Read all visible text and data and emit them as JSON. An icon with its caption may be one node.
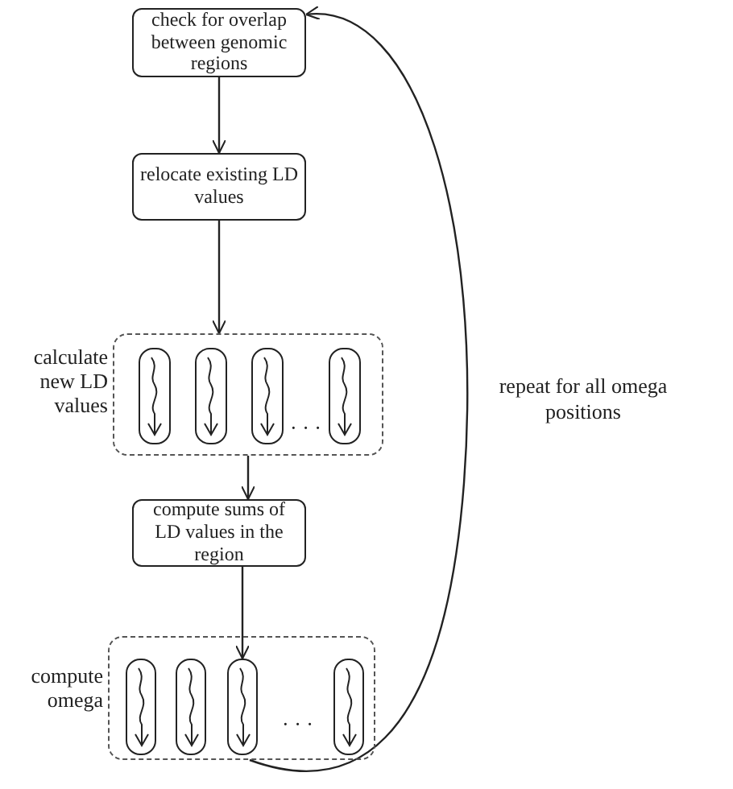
{
  "diagram": {
    "nodes": [
      {
        "text": [
          "check for overlap between genomic regions"
        ]
      },
      {
        "text": [
          "relocate existing LD values"
        ]
      },
      {
        "text": [],
        "shape": "box",
        "beside": [
          "calculate new LD values"
        ]
      },
      {
        "text": [],
        "shape": "box",
        "in": 2
      },
      {
        "text": [],
        "shape": "box",
        "in": 2
      },
      {
        "text": [],
        "shape": "box",
        "in": 2
      },
      {
        "text": [],
        "shape": "box",
        "in": 2
      },
      {
        "text": [
          "compute sums of LD values in the region"
        ]
      },
      {
        "text": [],
        "shape": "box",
        "beside": [
          "compute omega"
        ]
      },
      {
        "text": [],
        "shape": "box",
        "in": 8
      },
      {
        "text": [],
        "shape": "box",
        "in": 8
      },
      {
        "text": [],
        "shape": "box",
        "in": 8
      },
      {
        "text": [],
        "shape": "box",
        "in": 8
      }
    ],
    "edges": [
      {
        "from": 0,
        "to": 1,
        "arrow": "to"
      },
      {
        "from": 1,
        "to": 2,
        "arrow": "to"
      },
      {
        "from": 2,
        "to": 7,
        "arrow": "to"
      },
      {
        "from": 7,
        "to": 11,
        "arrow": "to"
      },
      {
        "from": 8,
        "to": 0,
        "arrow": "to",
        "label": "repeat for all omega positions"
      }
    ],
    "labels": [
      "· · ·",
      "· · ·"
    ]
  }
}
